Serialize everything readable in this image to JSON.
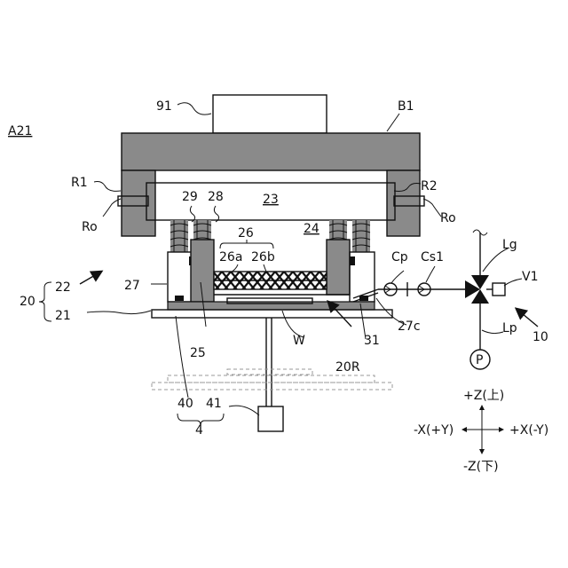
{
  "diagram": {
    "label_a21": "A21",
    "label_91": "91",
    "label_b1": "B1",
    "label_r1": "R1",
    "label_r2": "R2",
    "label_ro_left": "Ro",
    "label_ro_right": "Ro",
    "label_29": "29",
    "label_28": "28",
    "label_23": "23",
    "label_24": "24",
    "label_26": "26",
    "label_26a": "26a",
    "label_26b": "26b",
    "label_22": "22",
    "label_27": "27",
    "label_20": "20",
    "label_21": "21",
    "label_25": "25",
    "label_w": "W",
    "label_20r": "20R",
    "label_31": "31",
    "label_27c": "27c",
    "label_40": "40",
    "label_41": "41",
    "label_4": "4",
    "label_cp": "Cp",
    "label_cs1": "Cs1",
    "label_lg": "Lg",
    "label_v1": "V1",
    "label_lp": "Lp",
    "label_p": "P",
    "label_10": "10"
  },
  "axes": {
    "z_up": "+Z(上)",
    "z_down": "-Z(下)",
    "x_left": "-X(+Y)",
    "x_right": "+X(-Y)"
  }
}
